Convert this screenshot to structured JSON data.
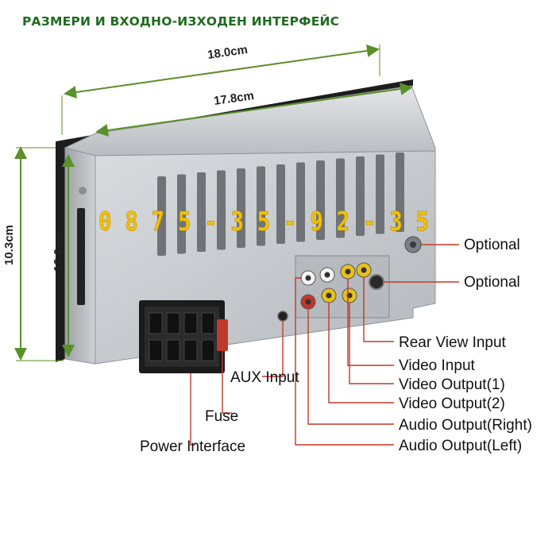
{
  "title": "РАЗМЕРИ И ВХОДНО-ИЗХОДЕН ИНТЕРФЕЙС",
  "dimensions": {
    "width_outer": "18.0cm",
    "width_inner": "17.8cm",
    "height_outer": "10.3cm",
    "height_inner": "10.0cm"
  },
  "phone_overlay": "0 8 7 5 - 3 5 - 9 2 - 3 5",
  "callouts": {
    "optional_1": "Optional",
    "optional_2": "Optional",
    "rear_view_input": "Rear View Input",
    "video_input": "Video Input",
    "video_output_1": "Video Output(1)",
    "video_output_2": "Video Output(2)",
    "audio_output_right": "Audio Output(Right)",
    "audio_output_left": "Audio Output(Left)",
    "aux_input": "AUX Input",
    "fuse": "Fuse",
    "power_interface": "Power Interface"
  },
  "colors": {
    "title": "#1f6b1f",
    "dimension_line": "#5a8f2a",
    "callout_line": "#c0392b",
    "phone_digits": "#f2c200",
    "chassis": "#c9cdd1",
    "rca_red": "#c0392b",
    "rca_yellow": "#e6c11a",
    "rca_white": "#f4f4f4"
  }
}
